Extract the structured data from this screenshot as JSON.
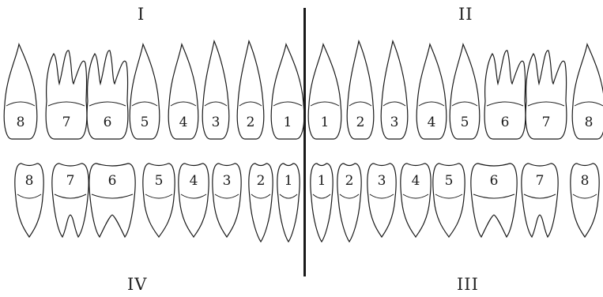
{
  "quadrants": {
    "upper_right": "I",
    "upper_left": "II",
    "lower_left": "III",
    "lower_right": "IV"
  },
  "teeth": {
    "upper_right": [
      "8",
      "7",
      "6",
      "5",
      "4",
      "3",
      "2",
      "1"
    ],
    "upper_left": [
      "1",
      "2",
      "3",
      "4",
      "5",
      "6",
      "7",
      "8"
    ],
    "lower_right": [
      "8",
      "7",
      "6",
      "5",
      "4",
      "3",
      "2",
      "1"
    ],
    "lower_left": [
      "1",
      "2",
      "3",
      "4",
      "5",
      "6",
      "7",
      "8"
    ]
  },
  "colors": {
    "line": "#1a1a1a",
    "paper": "#ffffff"
  }
}
